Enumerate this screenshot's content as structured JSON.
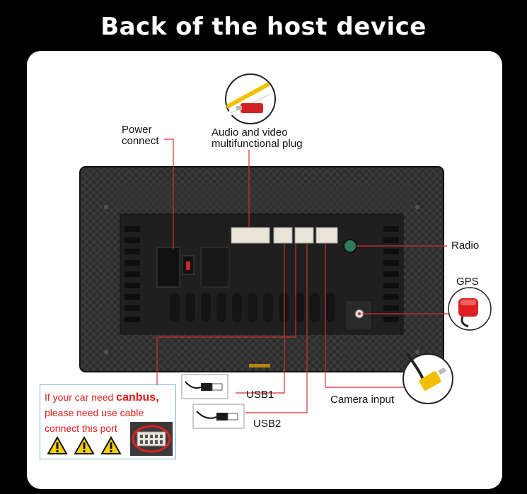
{
  "title": "Back of the host device",
  "labels": {
    "power": [
      "Power",
      "connect"
    ],
    "audio_video": [
      "Audio and video",
      "multifunctional plug"
    ],
    "radio": "Radio",
    "gps": "GPS",
    "usb1": "USB1",
    "usb2": "USB2",
    "camera": "Camera input"
  },
  "canbus_note": {
    "line1_prefix": "If your car need ",
    "line1_bold": "canbus,",
    "line2": "please need use cable",
    "line3": "connect this port"
  },
  "colors": {
    "background": "#000000",
    "card": "#ffffff",
    "leader_line": "#d32f2f",
    "note_text": "#e21b1b",
    "warning_yellow": "#f5d000"
  },
  "icons": [
    "audio-video-plug-icon",
    "gps-antenna-icon",
    "camera-rca-plug-icon",
    "usb-cable-icon",
    "warning-icon",
    "canbus-port-icon"
  ]
}
